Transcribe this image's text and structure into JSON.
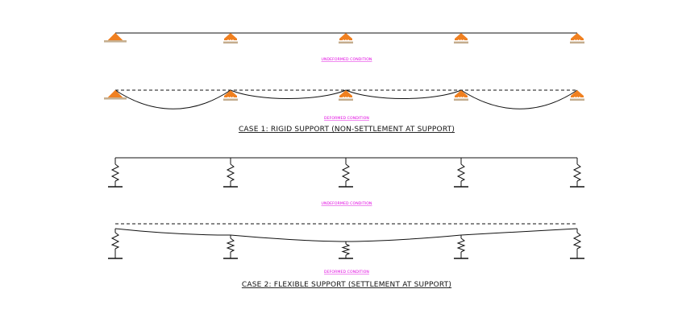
{
  "case1": {
    "title": "CASE 1: RIGID SUPPORT (NON-SETTLEMENT AT SUPPORT)",
    "undeformed_label": "UNDEFORMED CONDITION",
    "deformed_label": "DEFORMED CONDITION",
    "support_count": 5,
    "support_kinds": [
      "pin",
      "roller",
      "roller",
      "roller",
      "roller"
    ]
  },
  "case2": {
    "title": "CASE 2: FLEXIBLE SUPPORT (SETTLEMENT AT SUPPORT)",
    "undeformed_label": "UNDEFORMED CONDITION",
    "deformed_label": "DEFORMED CONDITION",
    "support_count": 5,
    "support_kind": "spring"
  },
  "colors": {
    "support": "#f08020",
    "ground": "#c8b090",
    "line": "#111111",
    "label": "#e000e0"
  }
}
